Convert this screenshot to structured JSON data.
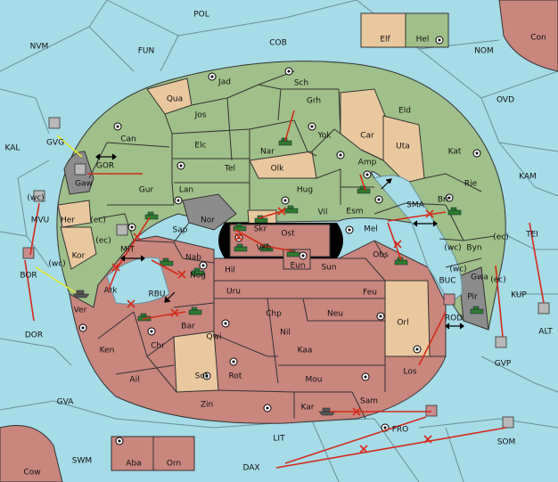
{
  "colors": {
    "sea": "#a6dbe8",
    "green": "#9fc08a",
    "tan": "#e9c8a0",
    "red": "#c9867d",
    "gray": "#8c8c8c",
    "order": "#d42a1a",
    "support": "#e8e830"
  },
  "regions": {
    "POL": "POL",
    "NVM": "NVM",
    "FUN": "FUN",
    "COB": "COB",
    "NOM": "NOM",
    "Con": "Con",
    "Elf": "Elf",
    "Hel": "Hel",
    "OVD": "OVD",
    "KAL": "KAL",
    "KAM": "KAM",
    "GVG": "GVG",
    "GOR": "GOR",
    "Gaw": "Gaw",
    "MVU": "MVU",
    "Her": "Her",
    "ec1": "(ec)",
    "wc1": "(wc)",
    "ec2": "(ec)",
    "BOR": "BOR",
    "wc2": "(wc)",
    "Kor": "Kor",
    "MIT": "MIT",
    "Ark": "Ark",
    "RBU": "RBU",
    "Ver": "Ver",
    "DOR": "DOR",
    "Jad": "Jad",
    "Sch": "Sch",
    "Qua": "Qua",
    "Jos": "Jos",
    "Grh": "Grh",
    "Eld": "Eld",
    "Can": "Can",
    "Elc": "Elc",
    "Nar": "Nar",
    "Yok": "Yok",
    "Car": "Car",
    "Uta": "Uta",
    "Tel": "Tel",
    "Olk": "Olk",
    "Amp": "Amp",
    "Kat": "Kat",
    "Gur": "Gur",
    "Lan": "Lan",
    "Hug": "Hug",
    "Rie": "Rie",
    "Esm": "Esm",
    "Bri": "Bri",
    "Vil": "Vil",
    "Nor": "Nor",
    "Sap": "Sap",
    "Skr": "Skr",
    "Ost": "Ost",
    "Veb": "Veb",
    "Mel": "Mel",
    "SMA": "SMA",
    "Nab": "Nab",
    "Eun": "Eun",
    "Obs": "Obs",
    "Byn": "Byn",
    "wc3": "(wc)",
    "ec3": "(ec)",
    "TEI": "TEI",
    "Hil": "Hil",
    "Sun": "Sun",
    "Nog": "Nog",
    "Gwa": "Gwa",
    "wc4": "(wc)",
    "BUC": "BUC",
    "KUP": "KUP",
    "ec4": "(ec)",
    "Pir": "Pir",
    "Uru": "Uru",
    "Feu": "Feu",
    "Orl": "Orl",
    "ROD": "ROD",
    "ALT": "ALT",
    "Chp": "Chp",
    "Neu": "Neu",
    "Bar": "Bar",
    "Qwi": "Qwi",
    "Nil": "Nil",
    "Ken": "Ken",
    "Chr": "Chr",
    "Kaa": "Kaa",
    "GVP": "GVP",
    "Los": "Los",
    "Ail": "Ail",
    "Sot": "Sot",
    "Rot": "Rot",
    "Mou": "Mou",
    "Sam": "Sam",
    "Zin": "Zin",
    "GVA": "GVA",
    "Kar": "Kar",
    "FRO": "FRO",
    "LIT": "LIT",
    "SOM": "SOM",
    "SWM": "SWM",
    "Aba": "Aba",
    "Orn": "Orn",
    "DAX": "DAX",
    "Cow": "Cow"
  }
}
